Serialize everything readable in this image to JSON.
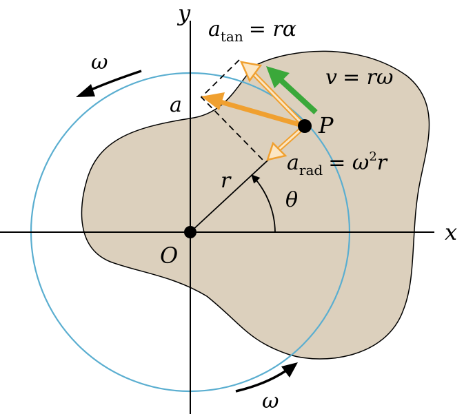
{
  "labels": {
    "x_axis": "x",
    "y_axis": "y",
    "origin": "O",
    "point": "P",
    "radius": "r",
    "angle": "θ",
    "resultant": "a",
    "omega_top": "ω",
    "omega_bottom": "ω",
    "a_tan_symbol": "a",
    "a_tan_sub": "tan",
    "a_tan_rhs": "= rα",
    "v_lhs": "v",
    "v_rhs": "= rω",
    "a_rad_symbol": "a",
    "a_rad_sub": "rad",
    "a_rad_rhs": "= ω",
    "a_rad_exp": "2",
    "a_rad_tail": "r"
  },
  "colors": {
    "body_fill": "#dcd0bd",
    "circle": "#5aaed0",
    "acceleration": "#f0a030",
    "velocity": "#3aa83a",
    "ink": "#000000"
  }
}
